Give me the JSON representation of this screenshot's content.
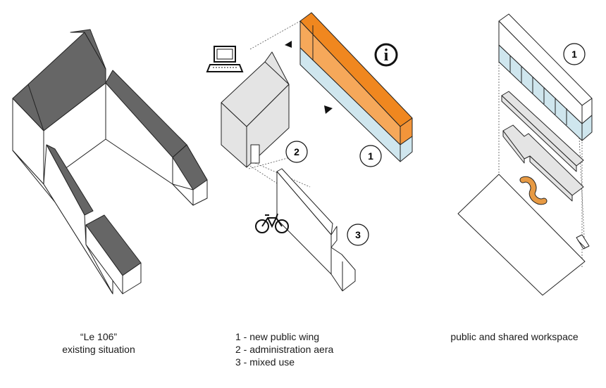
{
  "captions": {
    "left": {
      "line1": "“Le 106”",
      "line2": "existing situation"
    },
    "middle": {
      "item1": "1 - new public wing",
      "item2": "2 - administration aera",
      "item3": "3 - mixed use"
    },
    "right": {
      "line1": "public and shared workspace"
    }
  },
  "badges": {
    "one": "1",
    "two": "2",
    "three": "3",
    "right_one": "1",
    "info": "i"
  },
  "icons": [
    "laptop-icon",
    "bicycle-icon",
    "info-icon"
  ],
  "colors": {
    "roof": "#666666",
    "orange_dark": "#f0871f",
    "orange_light": "#f6a85a",
    "glass_blue": "#cfe6ee",
    "wall_gray": "#e4e4e4",
    "wood": "#e79a44",
    "line": "#222222"
  }
}
